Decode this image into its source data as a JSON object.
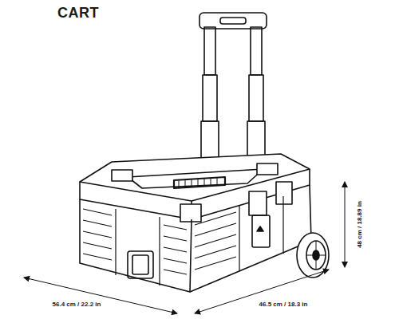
{
  "diagram": {
    "title": "CART",
    "labels": [
      "56.4 cm / 22.2 in",
      "46.5 cm / 18.3 in",
      "48 cm / 18.89 in"
    ]
  }
}
